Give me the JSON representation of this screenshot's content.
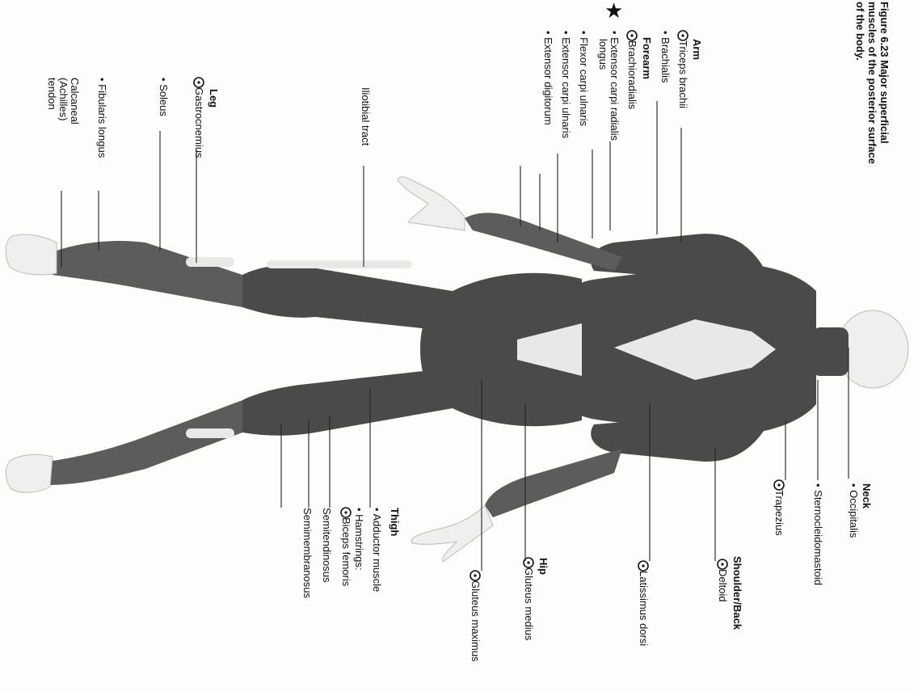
{
  "caption": {
    "line1": "Figure 6.23   Major superficial",
    "line2": "muscles of the posterior surface",
    "line3": "of the body."
  },
  "labels": {
    "arm_heading": "Arm",
    "triceps_brachii": "Triceps brachii",
    "brachialis": "• Brachialis",
    "forearm_heading": "Forearm",
    "brachioradialis": "Brachioradialis",
    "extensor_carpi_radialis": "• Extensor carpi radialis",
    "extensor_carpi_radialis_2": "longus",
    "flexor_carpi_ulnaris": "• Flexor carpi ulnaris",
    "extensor_carpi_ulnaris": "• Extensor carpi ulnaris",
    "extensor_digitorum": "• Extensor digitorum",
    "leg_heading": "Leg",
    "gastrocnemius": "Gastrocnemius",
    "soleus": "• Soleus",
    "fibularis_longus": "• Fibularis longus",
    "calcaneal_line1": "Calcaneal",
    "calcaneal_line2": "(Achilles)",
    "calcaneal_line3": "tendon",
    "iliotibial_tract": "Iliotibial tract",
    "neck_heading": "Neck",
    "occipitalis": "• Occipitalis",
    "sternocleidomastoid": "• Sternocleidomastoid",
    "trapezius": "Trapezius",
    "shoulder_back_heading": "Shoulder/Back",
    "deltoid": "Deltoid",
    "latissimus_dorsi": "Latissimus dorsi",
    "hip_heading": "Hip",
    "gluteus_medius": "Gluteus medius",
    "gluteus_maximus": "Gluteus maximus",
    "thigh_heading": "Thigh",
    "adductor_muscle": "• Adductor muscle",
    "hamstrings": "• Hamstrings:",
    "biceps_femoris": "Biceps femoris",
    "semitendinosus": "Semitendinosus",
    "semimembranosus": "Semimembranosus"
  }
}
